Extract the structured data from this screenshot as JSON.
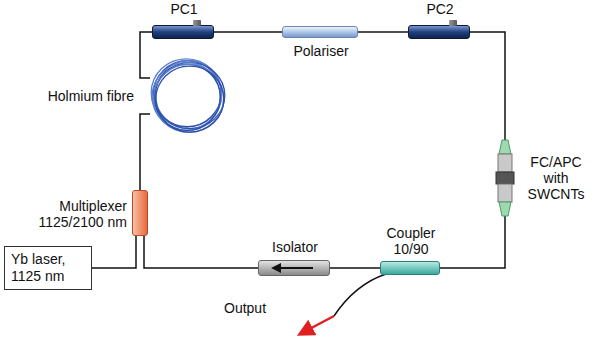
{
  "diagram": {
    "nodes": [
      {
        "text": [
          "PC1"
        ]
      },
      {
        "text": [
          "Polariser"
        ]
      },
      {
        "text": [
          "PC2"
        ]
      },
      {
        "text": [
          "Holmium fibre"
        ]
      },
      {
        "text": [
          "FC/APC with SWCNTs"
        ]
      },
      {
        "text": [
          "Multiplexer 1125/2100 nm"
        ]
      },
      {
        "text": [
          "Coupler 10/90"
        ]
      },
      {
        "text": [
          "Isolator"
        ]
      },
      {
        "text": [
          "Yb laser, 1125 nm"
        ]
      }
    ],
    "edges": [
      {
        "from": 8,
        "to": 5,
        "arrow": "none"
      },
      {
        "from": 5,
        "to": 3,
        "arrow": "none"
      },
      {
        "from": 3,
        "to": 0,
        "arrow": "none"
      },
      {
        "from": 0,
        "to": 1,
        "arrow": "none"
      },
      {
        "from": 1,
        "to": 2,
        "arrow": "none"
      },
      {
        "from": 2,
        "to": 4,
        "arrow": "none"
      },
      {
        "from": 4,
        "to": 6,
        "arrow": "none"
      },
      {
        "from": 6,
        "to": 7,
        "arrow": "none"
      },
      {
        "from": 7,
        "to": 5,
        "arrow": "none"
      }
    ],
    "labels": [
      "Output"
    ]
  }
}
